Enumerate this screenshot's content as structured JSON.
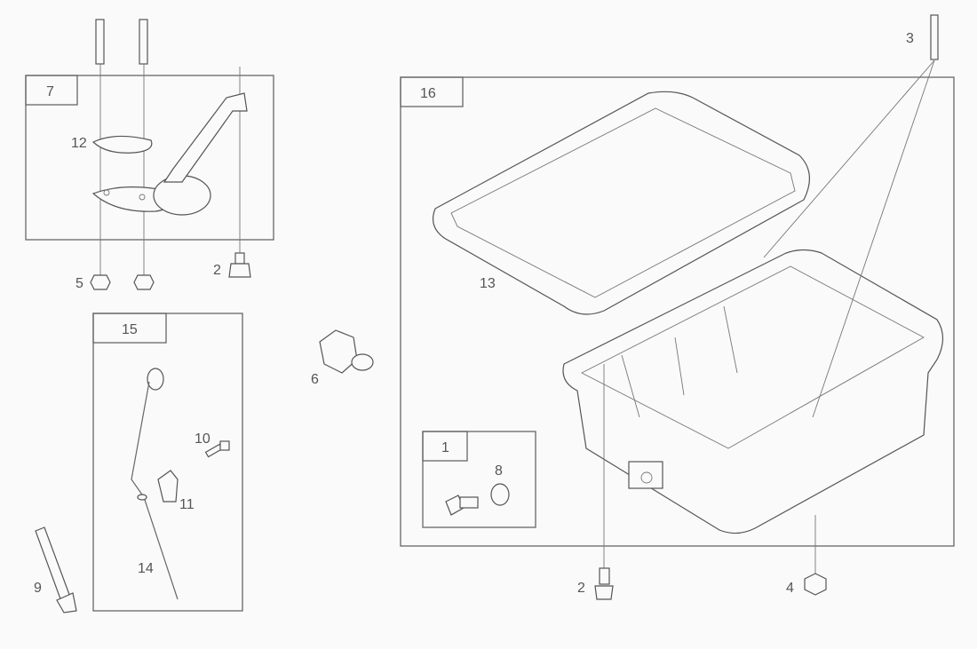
{
  "labels": {
    "p7": "7",
    "p12": "12",
    "p5": "5",
    "p2a": "2",
    "p15": "15",
    "p10": "10",
    "p11": "11",
    "p14": "14",
    "p9": "9",
    "p6": "6",
    "p16": "16",
    "p13": "13",
    "p3": "3",
    "p1": "1",
    "p8": "8",
    "p2b": "2",
    "p4": "4"
  }
}
